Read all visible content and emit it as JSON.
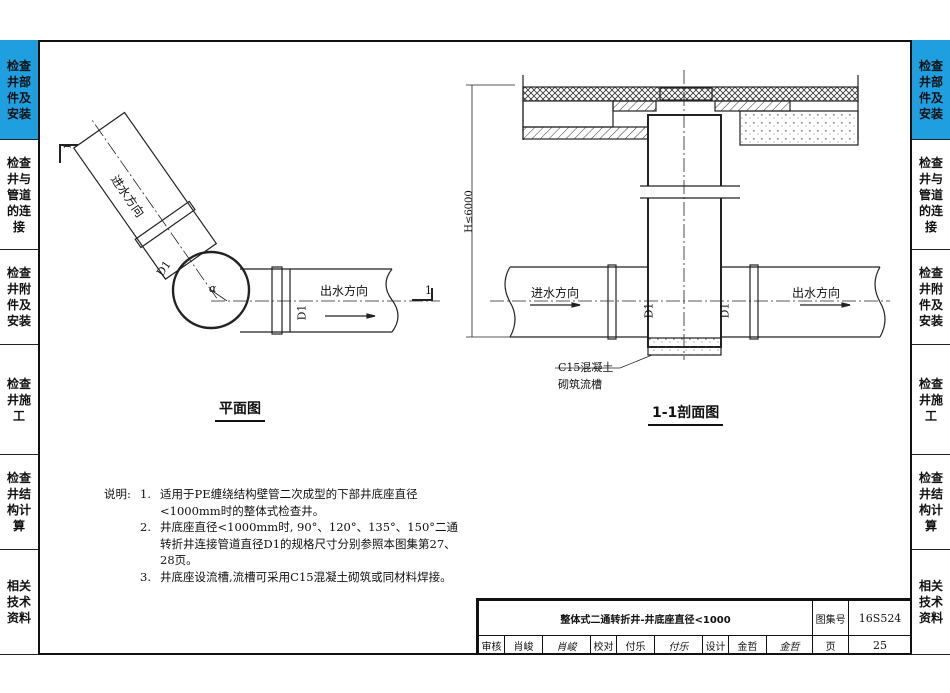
{
  "side_tabs": [
    {
      "label": "检查井部件及安装",
      "active": true
    },
    {
      "label": "检查井与管道的连接",
      "active": false
    },
    {
      "label": "检查井附件及安装",
      "active": false
    },
    {
      "label": "检查井施工",
      "active": false
    },
    {
      "label": "检查井结构计算",
      "active": false
    },
    {
      "label": "相关技术资料",
      "active": false
    }
  ],
  "plan": {
    "caption": "平面图",
    "inflow": "进水方向",
    "outflow": "出水方向",
    "d1": "D1",
    "angle": "α",
    "section_mark": "1"
  },
  "section": {
    "caption": "1-1剖面图",
    "inflow": "进水方向",
    "outflow": "出水方向",
    "d1": "D1",
    "height": "H≤6000",
    "note_line1": "C15混凝土",
    "note_line2": "砌筑流槽"
  },
  "notes": {
    "label": "说明:",
    "items": [
      {
        "num": "1.",
        "text": "适用于PE缠绕结构壁管二次成型的下部井底座直径<1000mm时的整体式检查井。"
      },
      {
        "num": "2.",
        "text": "井底座直径<1000mm时, 90°、120°、135°、150°二通转折井连接管道直径D1的规格尺寸分别参照本图集第27、28页。"
      },
      {
        "num": "3.",
        "text": "井底座设流槽,流槽可采用C15混凝土砌筑或同材料焊接。"
      }
    ]
  },
  "title_block": {
    "title": "整体式二通转折井-井底座直径<1000",
    "atlas_label": "图集号",
    "atlas_no": "16S524",
    "review_label": "审核",
    "reviewer": "肖峻",
    "check_label": "校对",
    "checker": "付乐",
    "design_label": "设计",
    "designer": "金哲",
    "page_label": "页",
    "page_no": "25"
  }
}
